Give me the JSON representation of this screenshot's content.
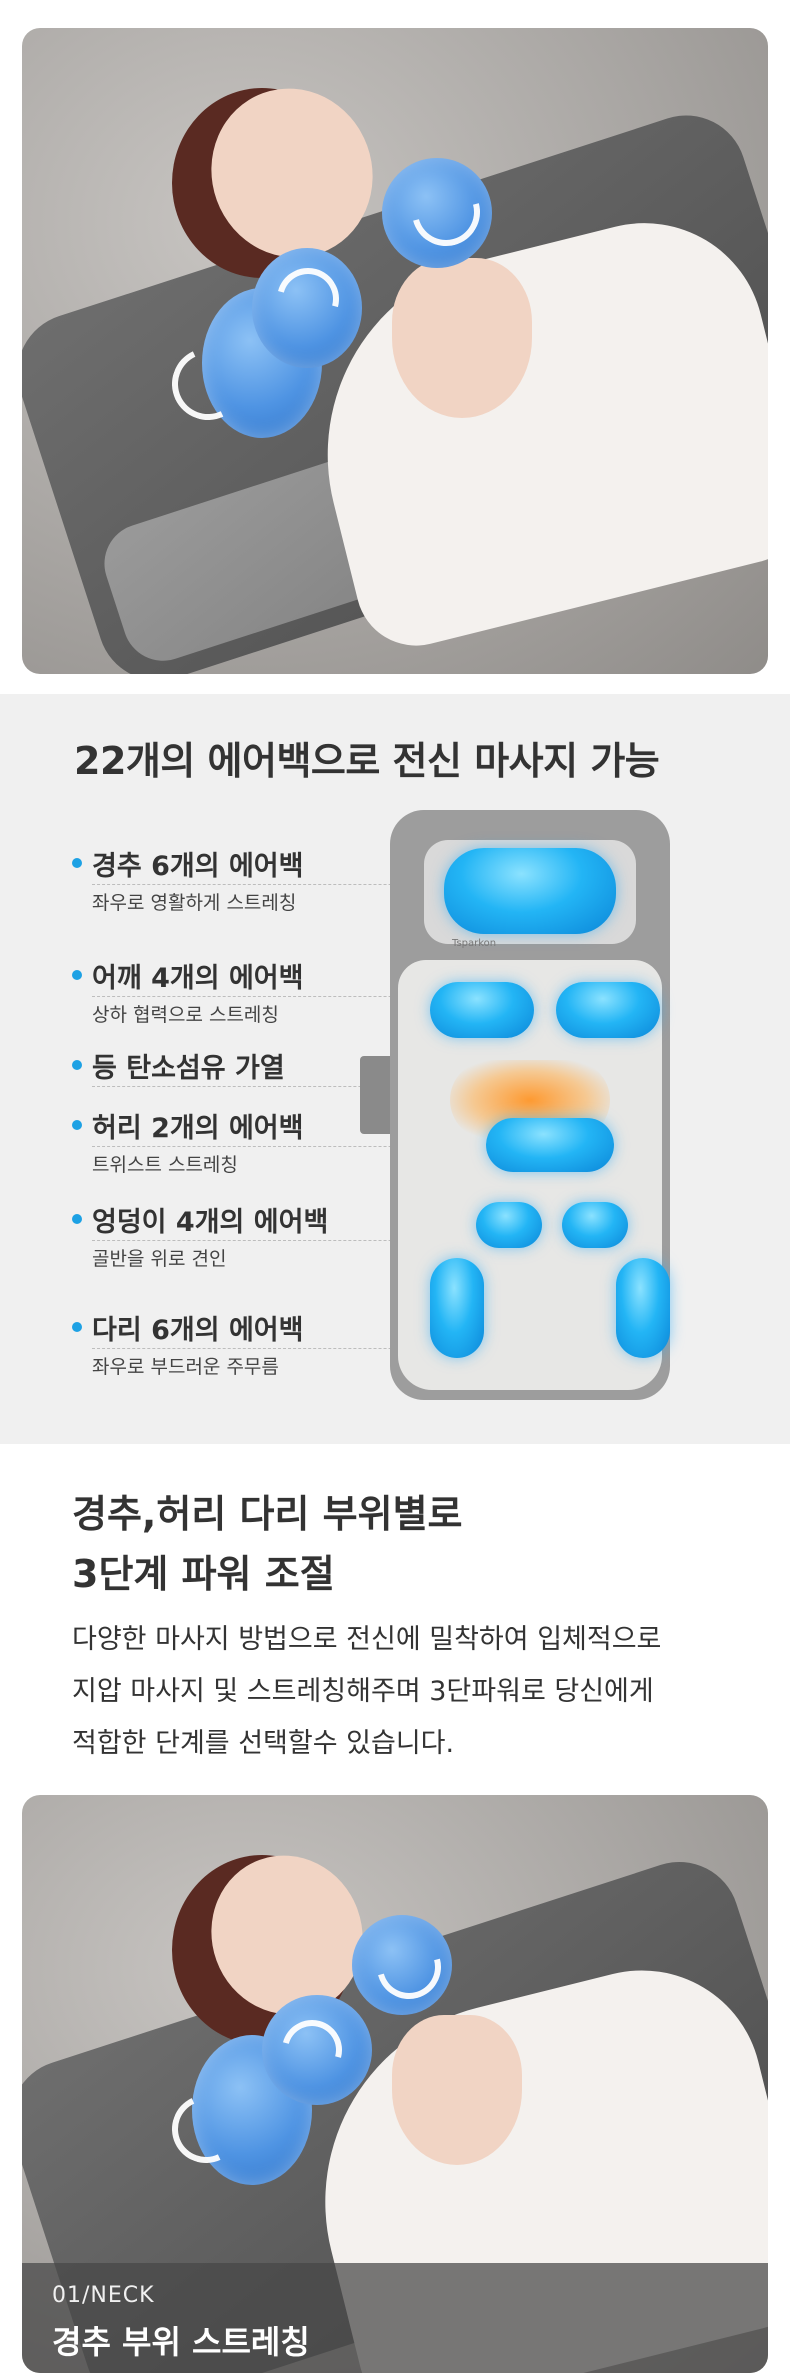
{
  "diagram": {
    "title": "22개의 에어백으로  전신 마사지 가능",
    "brand": "Tsparkon",
    "features": [
      {
        "title": "경추 6개의 에어백",
        "sub": "좌우로 영활하게 스트레칭"
      },
      {
        "title": "어깨 4개의 에어백",
        "sub": "상하 협력으로 스트레칭"
      },
      {
        "title": "등 탄소섬유 가열",
        "sub": ""
      },
      {
        "title": "허리 2개의 에어백",
        "sub": "트위스트 스트레칭"
      },
      {
        "title": "엉덩이  4개의 에어백",
        "sub": "골반을 위로 견인"
      },
      {
        "title": "다리 6개의 에어백",
        "sub": "좌우로 부드러운 주무름"
      }
    ],
    "colors": {
      "accent": "#1da1e4",
      "airbag": "#23b5f5",
      "heat": "#ff9628"
    }
  },
  "headline": {
    "line1": "경추,허리 다리 부위별로",
    "line2": "3단계 파워 조절"
  },
  "description": {
    "line1": "다양한 마사지 방법으로 전신에 밀착하여 입체적으로",
    "line2": "지압 마사지 및 스트레칭해주며 3단파워로 당신에게",
    "line3": "적합한 단계를 선택할수 있습니다."
  },
  "caption": {
    "small": "01/NECK",
    "big": "경추 부위 스트레칭"
  }
}
